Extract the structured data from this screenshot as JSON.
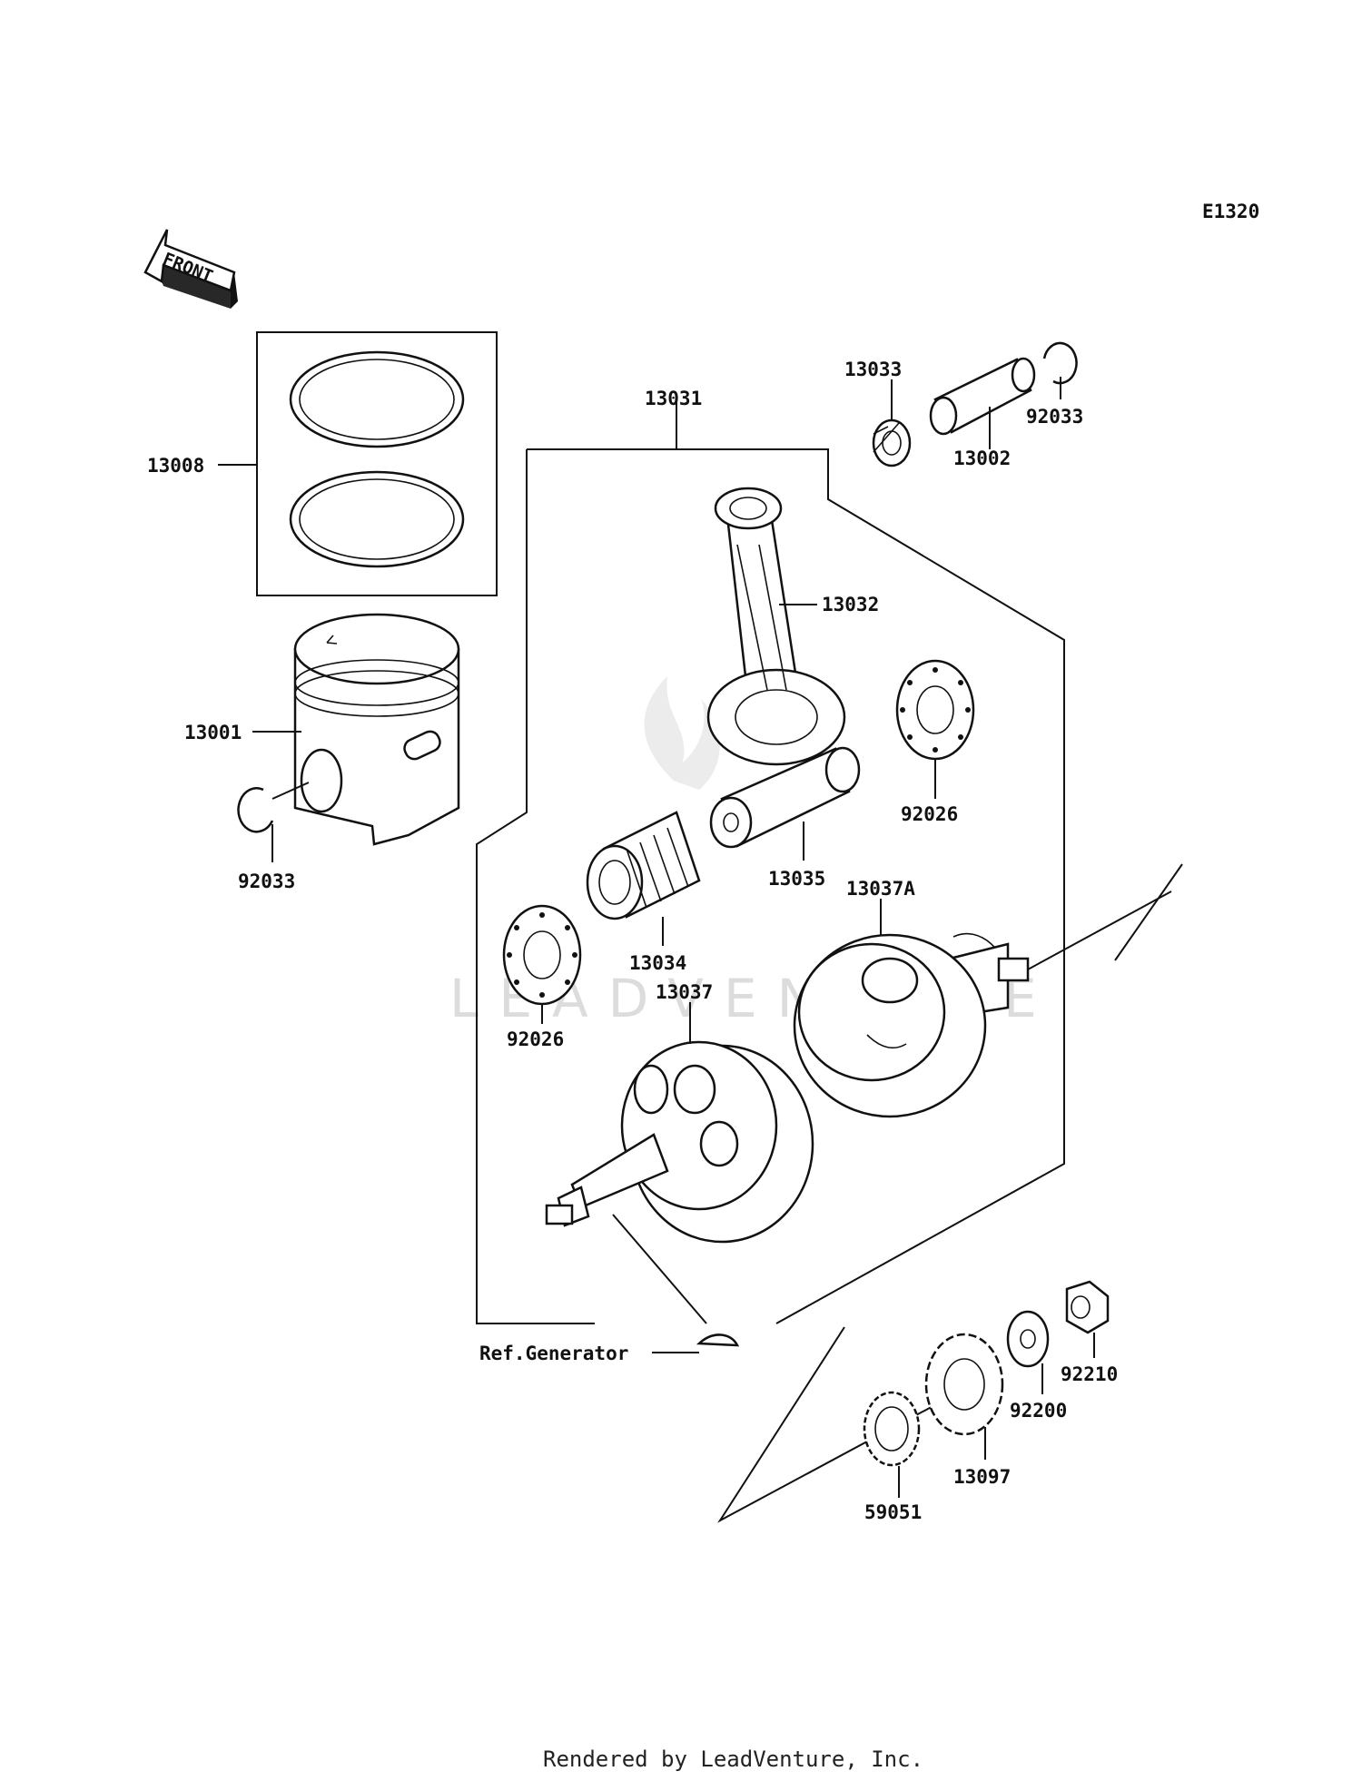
{
  "diagram_code": "E1320",
  "front_arrow": "FRONT",
  "watermark": "LEADVENTURE",
  "footer": "Rendered by LeadVenture, Inc.",
  "labels": {
    "p13008": "13008",
    "p13001": "13001",
    "p92033_left": "92033",
    "p13031": "13031",
    "p13033": "13033",
    "p13002": "13002",
    "p92033_right": "92033",
    "p13032": "13032",
    "p92026_right": "92026",
    "p13035": "13035",
    "p13034": "13034",
    "p13037A": "13037A",
    "p92026_left": "92026",
    "p13037": "13037",
    "ref_generator": "Ref.Generator",
    "p92210": "92210",
    "p92200": "92200",
    "p13097": "13097",
    "p59051": "59051"
  }
}
